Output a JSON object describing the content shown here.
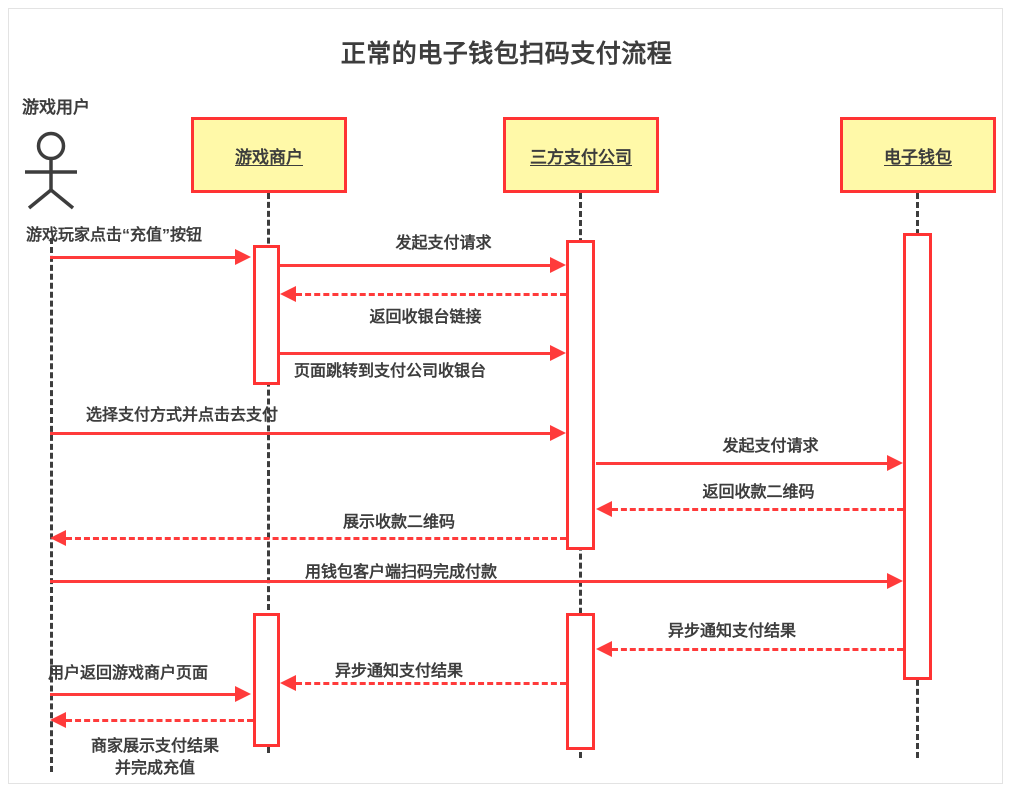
{
  "diagram": {
    "title": "正常的电子钱包扫码支付流程",
    "type": "sequence-diagram",
    "colors": {
      "participant_fill": "#fff9a8",
      "participant_border": "#ff3333",
      "message_color": "#ff3b3b",
      "text_color": "#3d3d3d",
      "lifeline_color": "#3d3d3d",
      "frame_border": "#e3e3e3"
    }
  },
  "participants": [
    {
      "id": "user",
      "label": "游戏用户",
      "kind": "actor"
    },
    {
      "id": "merchant",
      "label": "游戏商户",
      "kind": "box"
    },
    {
      "id": "psp",
      "label": "三方支付公司",
      "kind": "box"
    },
    {
      "id": "wallet",
      "label": "电子钱包",
      "kind": "box"
    }
  ],
  "messages": [
    {
      "n": 1,
      "label": "游戏玩家点击“充值”按钮",
      "from": "user",
      "to": "merchant",
      "style": "solid"
    },
    {
      "n": 2,
      "label": "发起支付请求",
      "from": "merchant",
      "to": "psp",
      "style": "solid"
    },
    {
      "n": 3,
      "label": "返回收银台链接",
      "from": "psp",
      "to": "merchant",
      "style": "dashed"
    },
    {
      "n": 4,
      "label": "页面跳转到支付公司收银台",
      "from": "merchant",
      "to": "psp",
      "style": "solid"
    },
    {
      "n": 5,
      "label": "选择支付方式并点击去支付",
      "from": "user",
      "to": "psp",
      "style": "solid"
    },
    {
      "n": 6,
      "label": "发起支付请求",
      "from": "psp",
      "to": "wallet",
      "style": "solid"
    },
    {
      "n": 7,
      "label": "返回收款二维码",
      "from": "wallet",
      "to": "psp",
      "style": "dashed"
    },
    {
      "n": 8,
      "label": "展示收款二维码",
      "from": "psp",
      "to": "user",
      "style": "dashed"
    },
    {
      "n": 9,
      "label": "用钱包客户端扫码完成付款",
      "from": "user",
      "to": "wallet",
      "style": "solid"
    },
    {
      "n": 10,
      "label": "异步通知支付结果",
      "from": "wallet",
      "to": "psp",
      "style": "dashed"
    },
    {
      "n": 11,
      "label": "异步通知支付结果",
      "from": "psp",
      "to": "merchant",
      "style": "dashed"
    },
    {
      "n": 12,
      "label": "用户返回游戏商户页面",
      "from": "user",
      "to": "merchant",
      "style": "solid"
    },
    {
      "n": 13,
      "label": "商家展示支付结果",
      "label2": "并完成充值",
      "from": "merchant",
      "to": "user",
      "style": "dashed"
    }
  ]
}
